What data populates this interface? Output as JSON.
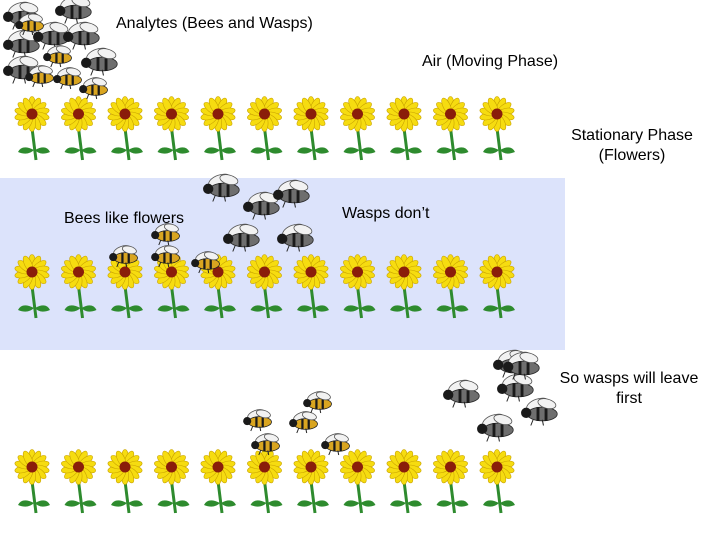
{
  "labels": {
    "analytes": "Analytes (Bees and Wasps)",
    "air": "Air (Moving Phase)",
    "stationary_line1": "Stationary Phase",
    "stationary_line2": "(Flowers)",
    "bees_like": "Bees like flowers",
    "wasps_dont": "Wasps don’t",
    "wasps_leave_line1": "So wasps will leave",
    "wasps_leave_line2": "first"
  },
  "colors": {
    "panel": "#dce3fb",
    "petal": "#f6dc10",
    "petal_outline": "#c8a200",
    "flower_center": "#8a1d0a",
    "stem": "#2e8b2e",
    "wasp_body": "#6e6e6e",
    "bee_body": "#d9a520",
    "insect_stripe": "#1a1a1a",
    "wing": "#f2f2f2"
  },
  "icons": [
    "sunflower-icon",
    "wasp-icon",
    "bee-icon"
  ],
  "rows": [
    {
      "name": "flower-row-top",
      "flowers": 11
    },
    {
      "name": "flower-row-middle",
      "flowers": 11
    },
    {
      "name": "flower-row-bottom",
      "flowers": 11
    }
  ]
}
